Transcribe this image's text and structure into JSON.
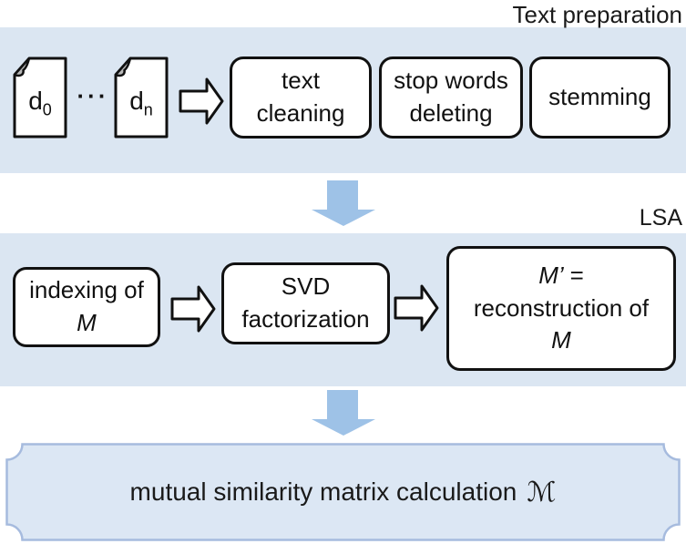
{
  "colors": {
    "band_bg": "#dbe6f2",
    "blue_arrow": "#9ec2e7",
    "plaque_fill": "#dce7f4",
    "plaque_border": "#a6bbde",
    "box_border": "#111111",
    "doc_fold": "#b9b9b9"
  },
  "band1": {
    "title": "Text preparation",
    "doc_first": {
      "label": "d",
      "sub": "0"
    },
    "doc_last": {
      "label": "d",
      "sub": "n"
    },
    "ellipsis": "···",
    "box_clean": {
      "line1": "text",
      "line2": "cleaning"
    },
    "box_stop": {
      "line1": "stop words",
      "line2": "deleting"
    },
    "box_stem": {
      "line1": "stemming"
    }
  },
  "band2": {
    "title": "LSA",
    "box_index": {
      "line1": "indexing of",
      "m": "M"
    },
    "box_svd": {
      "line1": "SVD",
      "line2": "factorization"
    },
    "box_recon": {
      "m_prime": "M’",
      "equals": "=",
      "line2": "reconstruction of",
      "m": "M"
    }
  },
  "output": {
    "label": "mutual similarity matrix calculation",
    "symbol": "ℳ"
  }
}
